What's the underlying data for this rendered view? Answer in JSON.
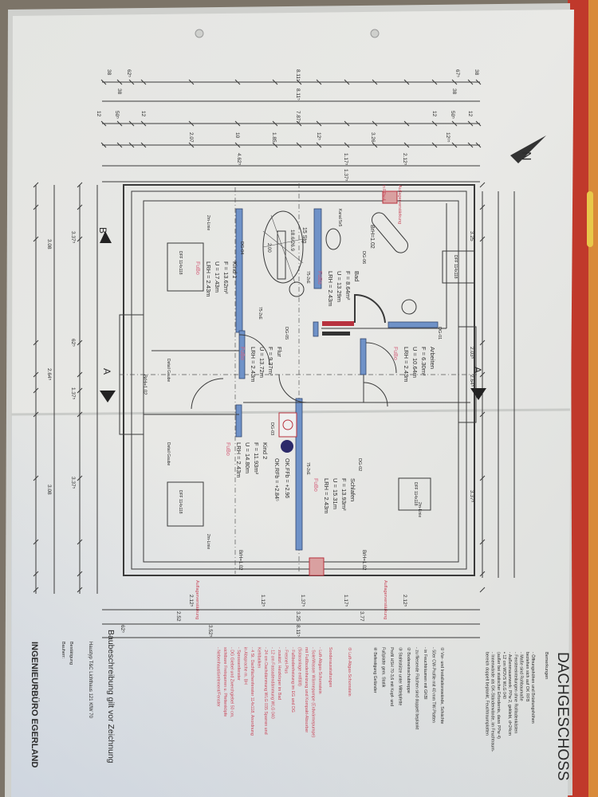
{
  "sheet": {
    "title": "DACHGESCHOSS",
    "remarks_heading": "Bemerkungen",
    "remarks": [
      "- Öffnungshöhen und Brüstungshöhen",
      "  beziehen sich auf OK RFB",
      "- Maße sind Rohbaumaße",
      "- Fenstereinteilungen ohne Rollladenkästen",
      "- Außenmauerwerk: PPw 2, geklebt, d=24cm",
      "• 12 cm WDVS WLG 040",
      "  (außer bei statischer Erfordernis, dann PPw 4)",
      "- Innenwände als GK-Ständerwände, im Feuchtraum-",
      "  bereich doppelt beplankt, Feuchtraumplatten"
    ],
    "notes": [
      "① Vor- und Installationswände, Schächte",
      "  - 50er CW-Profile mit 40 mm TW-Platten",
      "  - in Feuchträumen mit GKBI",
      "  - zu fliesende Flächen sind doppelt beplankt",
      "② Bodeneinschubtreppe",
      "③ Stahlstütze unter Mittelpfette",
      "  Profil HSH 70-3,6 mit Kopf- und",
      "  Fußplatte gem. Statik",
      "④ Befestigung Geländer"
    ],
    "note5": "⑤ Luft-Abgas-Schornstein",
    "special_heading": "Sonderausstattungen",
    "special_lines": [
      "- Luft-Abgas-Schornstein",
      "- Sole/Wasser Wärmepumpe (Erdwärmepumpe)",
      "  mit Fußbodenheizung und Kompakt-Absorber",
      "  (Solaranlage entfällt)",
      "- Fußbodenheizung im EG und DG",
      "- Fresnel-Plus",
      "- zusätzl. Heizkörper im Bad",
      "- 12 cm Fassadendämmung WLG 040",
      "- 24 cm Dachdämmung WLG 035 Sparren und",
      "  Kehlbalken",
      "- 4 St. Dachflächenfenster 114x118, Anordnung",
      "  in Absprache m. BH",
      "- Sprossenfenster",
      "- DG Giebel und Zwerchgiebel 50 cm,",
      "  sichtbare Freisparren u. Pfettenköpfe",
      "- Nebenhaustürelement/Fenster"
    ],
    "description_title": "Baubeschreibung gilt vor Zeichnung",
    "house_type": "Haustyp T&C Lichthaus 121 KfW 70",
    "confirmation_label": "Bestätigung",
    "client_label": "Bauherr:",
    "office_name": "INGENIEURBÜRO EGERLAND"
  },
  "rooms": [
    {
      "name": "Kind 1",
      "id": "DG-04",
      "area": "F = 13.62m²",
      "perimeter": "U = 17.43m",
      "height": "LRH = 2.43m",
      "floor": "FuBo"
    },
    {
      "name": "Flur",
      "id": "DG-05",
      "area": "F = 9.37m²",
      "perimeter": "U = 13.72m",
      "height": "LRH = 2.43m",
      "floor": "FuBo"
    },
    {
      "name": "Bad",
      "id": "DG-06",
      "area": "F = 8.64m²",
      "perimeter": "U = 13.29m",
      "height": "LRH = 2.43m",
      "floor": "FuBo"
    },
    {
      "name": "Arbeiten",
      "id": "DG-01",
      "area": "F = 6.30m²",
      "perimeter": "U = 10.64m",
      "height": "LRH = 2.43m",
      "floor": "FuBo"
    },
    {
      "name": "Kind 2",
      "id": "DG-03",
      "area": "F = 11.93m²",
      "perimeter": "U = 14.80m",
      "height": "LRH = 2.43m",
      "floor": "FuBo"
    },
    {
      "name": "Schlafen",
      "id": "DG-02",
      "area": "F = 13.93m²",
      "perimeter": "U = 15.31m",
      "height": "LRH = 2.43m",
      "floor": "FuBo"
    }
  ],
  "plan_labels": {
    "stairs_steps": "15 Stg",
    "stairs_ratio": "18.6/26.9",
    "stairs_width": "2.00",
    "level_ffb": "OK.FFb = +2.96",
    "level_rfb": "OK.RFb = +2.84⁵",
    "sill": "BrH=1.02",
    "reinforcement": "Auflagerverstärkung",
    "reinforcement_detail": "in PPw 4",
    "roof_window": "DFF 114x118",
    "section_a": "A",
    "section_b": "B",
    "north": "N",
    "knee_wall": "2m-Linie",
    "detail_gaube": "Detail Gaube",
    "channel": "Kanal 5x5",
    "wall_thickness": "75-2xE"
  },
  "dimensions": [
    "38",
    "62⁵",
    "8.11⁵",
    "67⁵",
    "38",
    "38",
    "8.11⁵",
    "38",
    "12",
    "50⁵",
    "12",
    "7.87⁵",
    "12",
    "50⁵",
    "12",
    "2.07",
    "10",
    "1.85",
    "12⁵",
    "3.26",
    "12⁶⁵",
    "4.62⁵",
    "1.17⁵",
    "2.12⁵",
    "1.37⁵",
    "3.37⁵",
    "62⁵",
    "1.37⁵",
    "3.37⁵",
    "3.08",
    "2.64⁵",
    "3.08",
    "3.25",
    "2.03⁵",
    "2.64⁵",
    "3.37⁵",
    "2.12⁵",
    "1.12⁵",
    "1.37⁵",
    "1.17⁵",
    "2.12⁵",
    "2.52",
    "3.25",
    "3.77",
    "62⁵",
    "3.52⁵",
    "8.11⁵"
  ],
  "colors": {
    "wall_fill": "#6f92c8",
    "annotation_red": "#c8485a",
    "folder": "#c0392b"
  }
}
